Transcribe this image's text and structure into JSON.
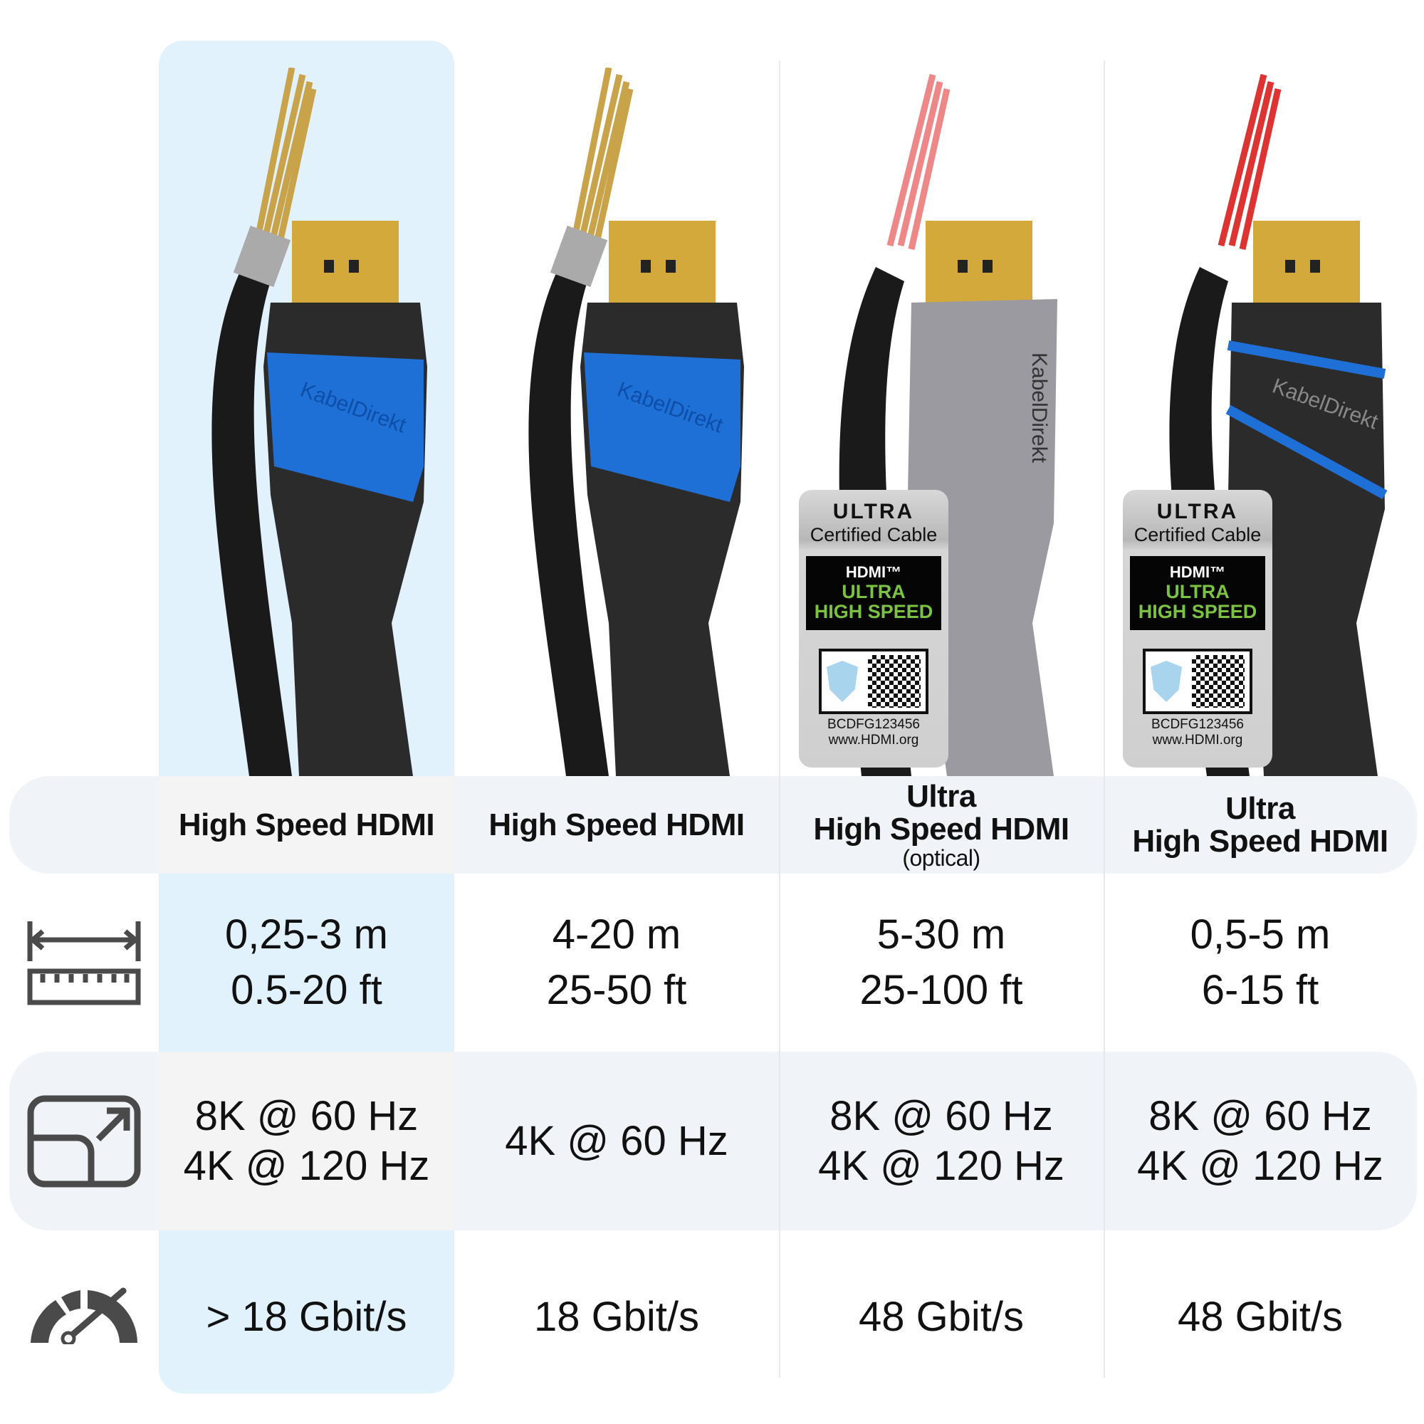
{
  "colors": {
    "highlight": "#e1f2fc",
    "band": "#f0f3f7",
    "connector_blue": "#1e6fd6",
    "icon": "#4a4a4a"
  },
  "row_icons": [
    "ruler-length-icon",
    "screen-resolution-icon",
    "speedometer-icon"
  ],
  "columns": [
    {
      "title_line1": "",
      "title": "High Speed HDMI",
      "subtitle": "",
      "length_m": "0,25-3 m",
      "length_ft": "0.5-20 ft",
      "res1": "8K @ 60 Hz",
      "res2": "4K @ 120 Hz",
      "speed": "> 18 Gbit/s"
    },
    {
      "title_line1": "",
      "title": "High Speed HDMI",
      "subtitle": "",
      "length_m": "4-20 m",
      "length_ft": "25-50 ft",
      "res1": "4K @ 60 Hz",
      "res2": "",
      "speed": "18 Gbit/s"
    },
    {
      "title_line1": "Ultra",
      "title": "High Speed HDMI",
      "subtitle": "(optical)",
      "length_m": "5-30 m",
      "length_ft": "25-100 ft",
      "res1": "8K @ 60 Hz",
      "res2": "4K @ 120 Hz",
      "speed": "48 Gbit/s"
    },
    {
      "title_line1": "Ultra",
      "title": "High Speed HDMI",
      "subtitle": "",
      "length_m": "0,5-5 m",
      "length_ft": "6-15 ft",
      "res1": "8K @ 60 Hz",
      "res2": "4K @ 120 Hz",
      "speed": "48 Gbit/s"
    }
  ],
  "badge": {
    "ultra": "ULTRA",
    "certified": "Certified Cable",
    "hdmi": "HDMI™",
    "ultra_green": "ULTRA",
    "high_speed": "HIGH SPEED",
    "code": "BCDFG123456",
    "url": "www.HDMI.org"
  },
  "brand": "KabelDirekt"
}
